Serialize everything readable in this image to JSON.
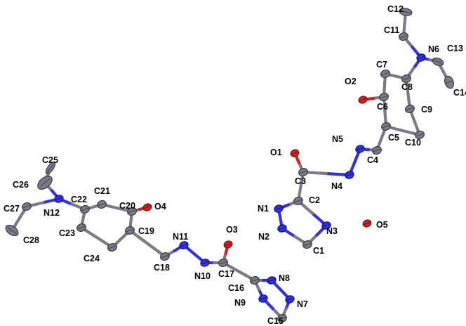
{
  "molecule": {
    "colors": {
      "carbon": "#7b7b86",
      "carbon_edge": "#3a3a44",
      "nitrogen": "#3232e0",
      "nitrogen_edge": "#10108a",
      "oxygen": "#d02020",
      "oxygen_edge": "#701010",
      "label": "#000000"
    },
    "atoms": [
      {
        "label": "C12",
        "el": "C"
      },
      {
        "label": "C11",
        "el": "C"
      },
      {
        "label": "N6",
        "el": "N"
      },
      {
        "label": "C13",
        "el": "C"
      },
      {
        "label": "C14",
        "el": "C"
      },
      {
        "label": "C7",
        "el": "C"
      },
      {
        "label": "C8",
        "el": "C"
      },
      {
        "label": "O2",
        "el": "O"
      },
      {
        "label": "C6",
        "el": "C"
      },
      {
        "label": "C9",
        "el": "C"
      },
      {
        "label": "C5",
        "el": "C"
      },
      {
        "label": "C10",
        "el": "C"
      },
      {
        "label": "N5",
        "el": "N"
      },
      {
        "label": "C4",
        "el": "C"
      },
      {
        "label": "O1",
        "el": "O"
      },
      {
        "label": "C3",
        "el": "C"
      },
      {
        "label": "N4",
        "el": "N"
      },
      {
        "label": "C2",
        "el": "C"
      },
      {
        "label": "N1",
        "el": "N"
      },
      {
        "label": "N2",
        "el": "N"
      },
      {
        "label": "N3",
        "el": "N"
      },
      {
        "label": "C1",
        "el": "C"
      },
      {
        "label": "O5",
        "el": "O"
      },
      {
        "label": "C25",
        "el": "C"
      },
      {
        "label": "C26",
        "el": "C"
      },
      {
        "label": "C27",
        "el": "C"
      },
      {
        "label": "N12",
        "el": "N"
      },
      {
        "label": "C28",
        "el": "C"
      },
      {
        "label": "C22",
        "el": "C"
      },
      {
        "label": "C21",
        "el": "C"
      },
      {
        "label": "C20",
        "el": "C"
      },
      {
        "label": "O4",
        "el": "O"
      },
      {
        "label": "C23",
        "el": "C"
      },
      {
        "label": "C19",
        "el": "C"
      },
      {
        "label": "C24",
        "el": "C"
      },
      {
        "label": "N11",
        "el": "N"
      },
      {
        "label": "C18",
        "el": "C"
      },
      {
        "label": "O3",
        "el": "O"
      },
      {
        "label": "N10",
        "el": "N"
      },
      {
        "label": "C17",
        "el": "C"
      },
      {
        "label": "C16",
        "el": "C"
      },
      {
        "label": "N8",
        "el": "N"
      },
      {
        "label": "N9",
        "el": "N"
      },
      {
        "label": "N7",
        "el": "N"
      },
      {
        "label": "C15",
        "el": "C"
      }
    ],
    "bonds": [
      [
        "C12",
        "C11"
      ],
      [
        "C11",
        "N6"
      ],
      [
        "N6",
        "C13"
      ],
      [
        "C13",
        "C14"
      ],
      [
        "N6",
        "C8"
      ],
      [
        "C8",
        "C7"
      ],
      [
        "C7",
        "C6"
      ],
      [
        "C6",
        "C5"
      ],
      [
        "C5",
        "C10"
      ],
      [
        "C10",
        "C9"
      ],
      [
        "C9",
        "C8"
      ],
      [
        "C6",
        "O2"
      ],
      [
        "C5",
        "C4"
      ],
      [
        "C4",
        "N5"
      ],
      [
        "N5",
        "N4"
      ],
      [
        "N4",
        "C3"
      ],
      [
        "C3",
        "O1"
      ],
      [
        "C3",
        "C2"
      ],
      [
        "C2",
        "N1"
      ],
      [
        "N1",
        "N2"
      ],
      [
        "N2",
        "C1"
      ],
      [
        "C1",
        "N3"
      ],
      [
        "N3",
        "C2"
      ],
      [
        "C26",
        "C25"
      ],
      [
        "C26",
        "N12"
      ],
      [
        "N12",
        "C27"
      ],
      [
        "C27",
        "C28"
      ],
      [
        "N12",
        "C22"
      ],
      [
        "C22",
        "C21"
      ],
      [
        "C21",
        "C20"
      ],
      [
        "C20",
        "C19"
      ],
      [
        "C19",
        "C24"
      ],
      [
        "C24",
        "C23"
      ],
      [
        "C23",
        "C22"
      ],
      [
        "C20",
        "O4"
      ],
      [
        "C19",
        "C18"
      ],
      [
        "C18",
        "N11"
      ],
      [
        "N11",
        "N10"
      ],
      [
        "N10",
        "C17"
      ],
      [
        "C17",
        "O3"
      ],
      [
        "C17",
        "C16"
      ],
      [
        "C16",
        "N8"
      ],
      [
        "N8",
        "N7"
      ],
      [
        "N7",
        "C15"
      ],
      [
        "C15",
        "N9"
      ],
      [
        "N9",
        "C16"
      ]
    ]
  }
}
